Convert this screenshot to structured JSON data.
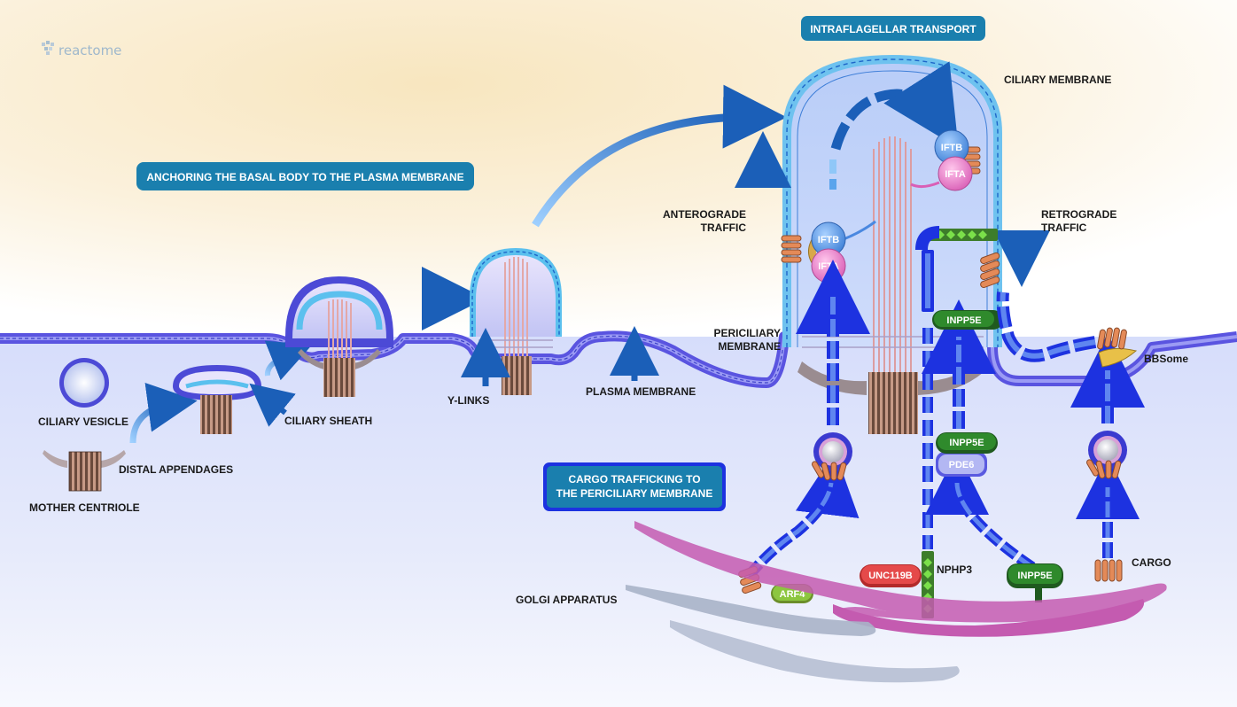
{
  "logo": {
    "text": "reactome"
  },
  "titles": {
    "anchoring": "ANCHORING THE BASAL BODY TO THE PLASMA MEMBRANE",
    "ift": "INTRAFLAGELLAR TRANSPORT",
    "cargo_line1": "CARGO TRAFFICKING TO",
    "cargo_line2": "THE PERICILIARY MEMBRANE"
  },
  "labels": {
    "ciliary_vesicle": "CILIARY VESICLE",
    "distal_appendages": "DISTAL APPENDAGES",
    "mother_centriole": "MOTHER CENTRIOLE",
    "ciliary_sheath": "CILIARY SHEATH",
    "y_links": "Y-LINKS",
    "plasma_membrane": "PLASMA MEMBRANE",
    "periciliary_1": "PERICILIARY",
    "periciliary_2": "MEMBRANE",
    "anterograde_1": "ANTEROGRADE",
    "anterograde_2": "TRAFFIC",
    "retrograde_1": "RETROGRADE",
    "retrograde_2": "TRAFFIC",
    "ciliary_membrane": "CILIARY MEMBRANE",
    "bbsome": "BBSome",
    "golgi": "GOLGI APPARATUS",
    "nphp3": "NPHP3",
    "cargo": "CARGO"
  },
  "proteins": {
    "iftb": "IFTB",
    "ifta": "IFTA",
    "inpp5e": "INPP5E",
    "pde6": "PDE6",
    "unc119b": "UNC119B",
    "arf4": "ARF4"
  },
  "colors": {
    "title_box": "#1a7fae",
    "membrane": "#7f7ff0",
    "membrane_dark": "#4a46d8",
    "cilium_fill": "#aac6f7",
    "ciliary_edge": "#5bb2e8",
    "arrow_blue": "#1f6fd0",
    "track_blue": "#1d32e0",
    "golgi": "#c860b8",
    "iftb": "#5b9be6",
    "ifta": "#e67cc6",
    "inpp5e": "#2c7c2a",
    "unc119b": "#d83a3a",
    "arf4": "#7ab22c",
    "cargo": "#e48a58"
  }
}
